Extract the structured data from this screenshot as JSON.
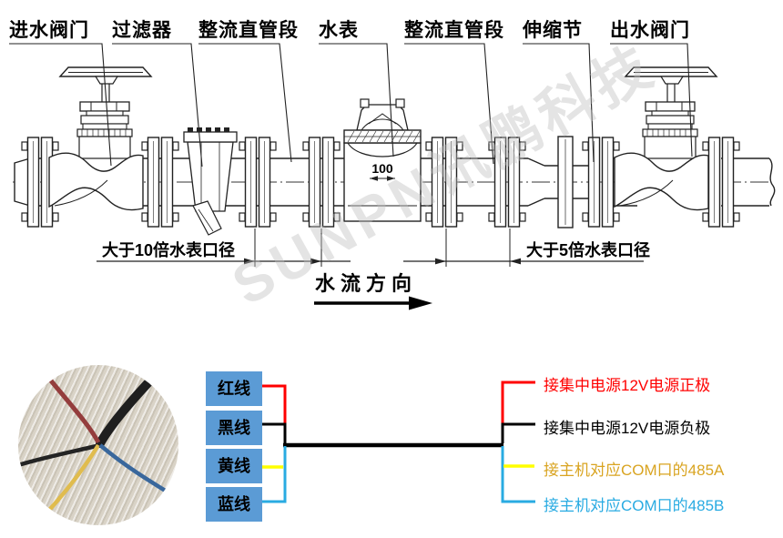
{
  "diagram": {
    "watermark": "SUNPN讯鹏科技",
    "top_labels": [
      "进水阀门",
      "过滤器",
      "整流直管段",
      "水表",
      "整流直管段",
      "伸缩节",
      "出水阀门"
    ],
    "meter_size_label": "100",
    "left_dimension_label": "大于10倍水表口径",
    "right_dimension_label": "大于5倍水表口径",
    "flow_direction_label": "水流方向"
  },
  "wiring": {
    "box_color": "#5b9bd5",
    "line_color": "#000000",
    "wires": [
      {
        "name": "红线",
        "wire_color": "#ff0000",
        "desc": "接集中电源12V电源正极",
        "desc_color": "#ff0000"
      },
      {
        "name": "黑线",
        "wire_color": "#000000",
        "desc": "接集中电源12V电源负极",
        "desc_color": "#000000"
      },
      {
        "name": "黄线",
        "wire_color": "#ffff00",
        "desc": "接主机对应COM口的485A",
        "desc_color": "#d9a421"
      },
      {
        "name": "蓝线",
        "wire_color": "#29abe2",
        "desc": "接主机对应COM口的485B",
        "desc_color": "#29abe2"
      }
    ]
  }
}
